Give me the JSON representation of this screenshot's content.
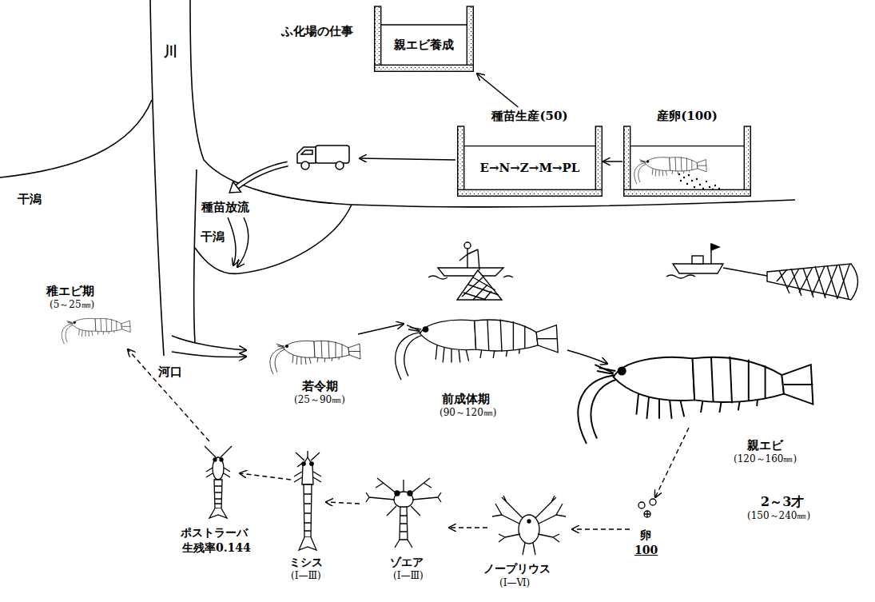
{
  "diagram": {
    "nodes": [
      {
        "text": [
          "親エビ養成"
        ]
      },
      {
        "text": [
          "種苗生産(50)",
          "E→N→Z→M→PL"
        ]
      },
      {
        "text": [
          "産卵(100)"
        ]
      }
    ],
    "edges": [
      {
        "from": 2,
        "to": 1,
        "arrow": "to"
      },
      {
        "from": 1,
        "to": 0,
        "arrow": "to"
      }
    ],
    "labels": [
      "川",
      "ふ化場の仕事",
      "種苗放流",
      "干潟",
      "干潟",
      "稚エビ期",
      "(5～25㎜)",
      "河口",
      "若令期",
      "(25～90㎜)",
      "前成体期",
      "(90～120㎜)",
      "親エビ",
      "(120～160㎜)",
      "2～3才",
      "(150～240㎜)",
      "ポストラーバ",
      "生残率0.144",
      "ミシス",
      "(Ⅰ—Ⅲ)",
      "ゾエア",
      "(Ⅰ—Ⅲ)",
      "ノープリウス",
      "(Ⅰ—Ⅵ)",
      "卵",
      "100"
    ]
  }
}
